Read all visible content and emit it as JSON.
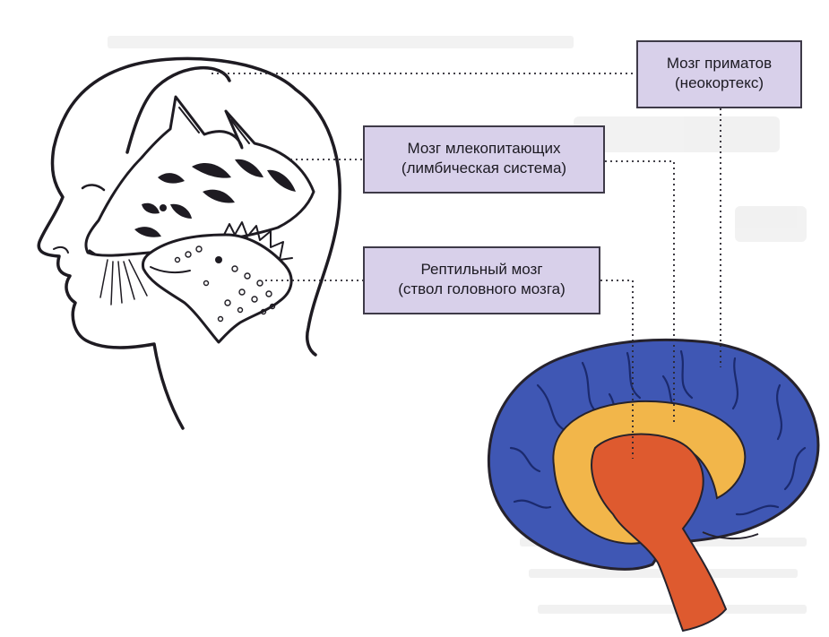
{
  "labels": {
    "primate": {
      "line1": "Мозг приматов",
      "line2": "(неокортекс)"
    },
    "mammal": {
      "line1": "Мозг млекопитающих",
      "line2": "(лимбическая система)"
    },
    "reptile": {
      "line1": "Рептильный мозг",
      "line2": "(ствол головного мозга)"
    }
  },
  "colors": {
    "neocortex": "#3f57b4",
    "limbic": "#f2b64a",
    "brainstem": "#de5a2f",
    "label_fill": "#d8d0ea",
    "outline": "#26222c"
  }
}
